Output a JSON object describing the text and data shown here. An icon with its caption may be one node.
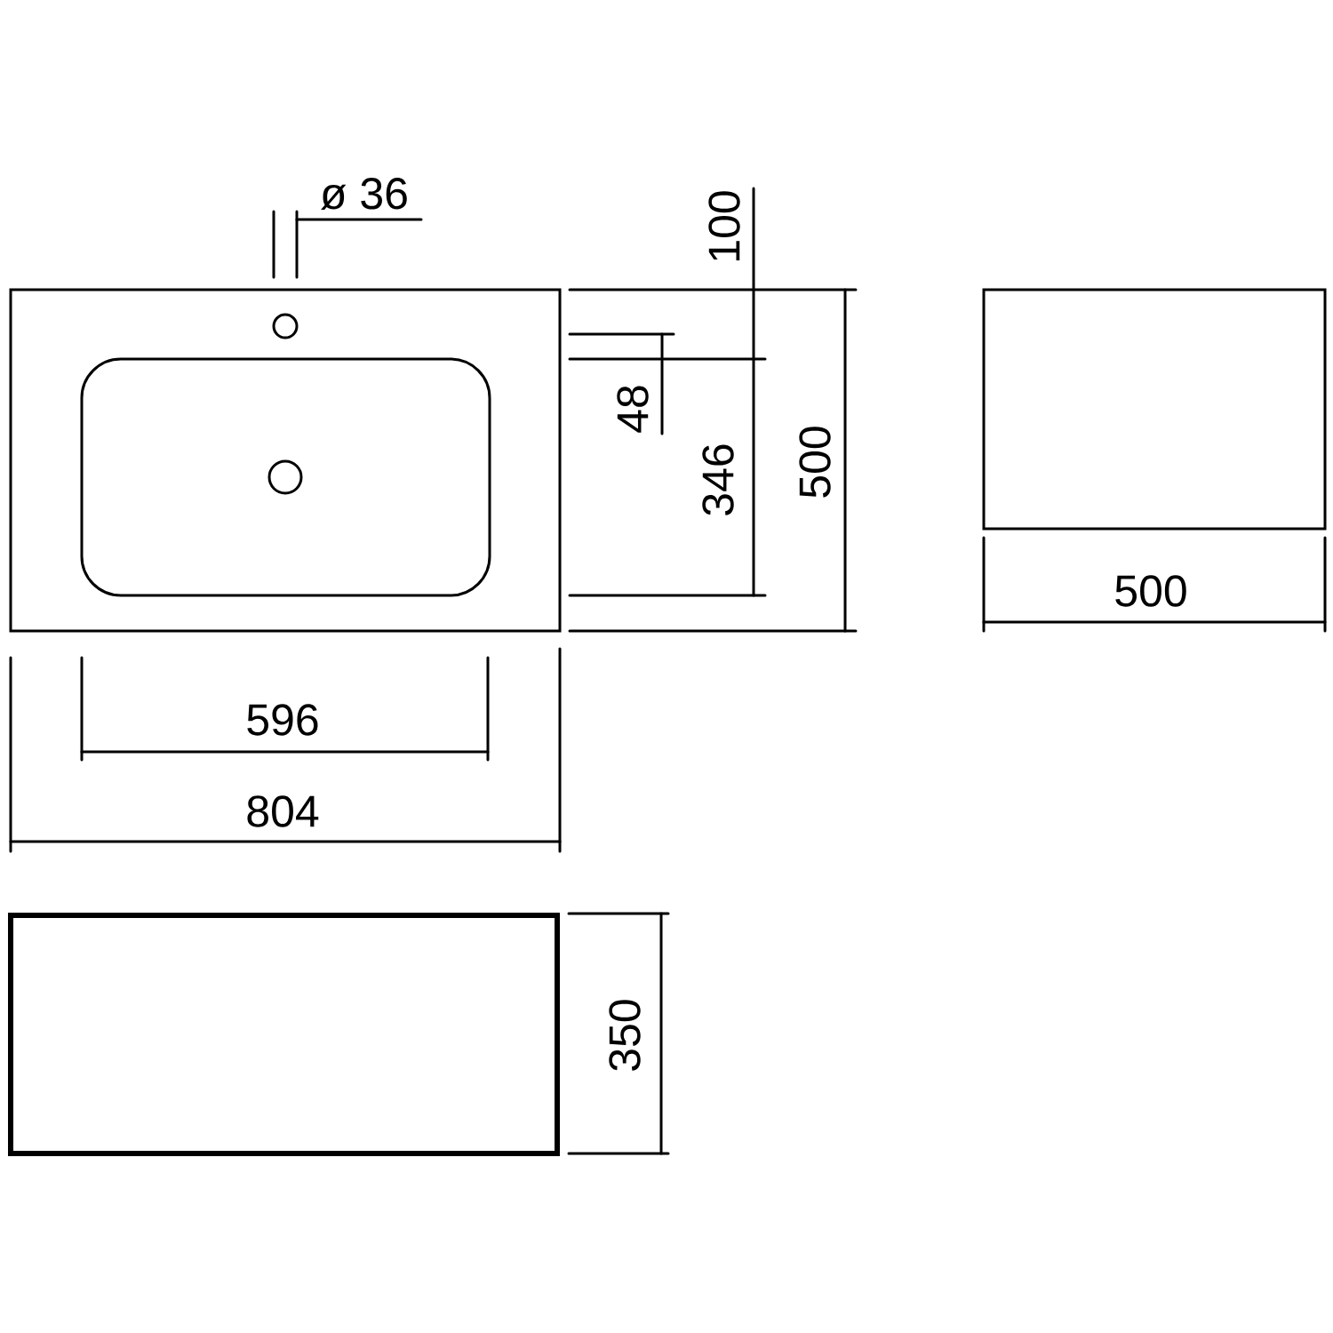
{
  "diagram": {
    "labels": [
      "ø 36",
      "100",
      "48",
      "346",
      "500",
      "500",
      "596",
      "804",
      "350"
    ]
  }
}
